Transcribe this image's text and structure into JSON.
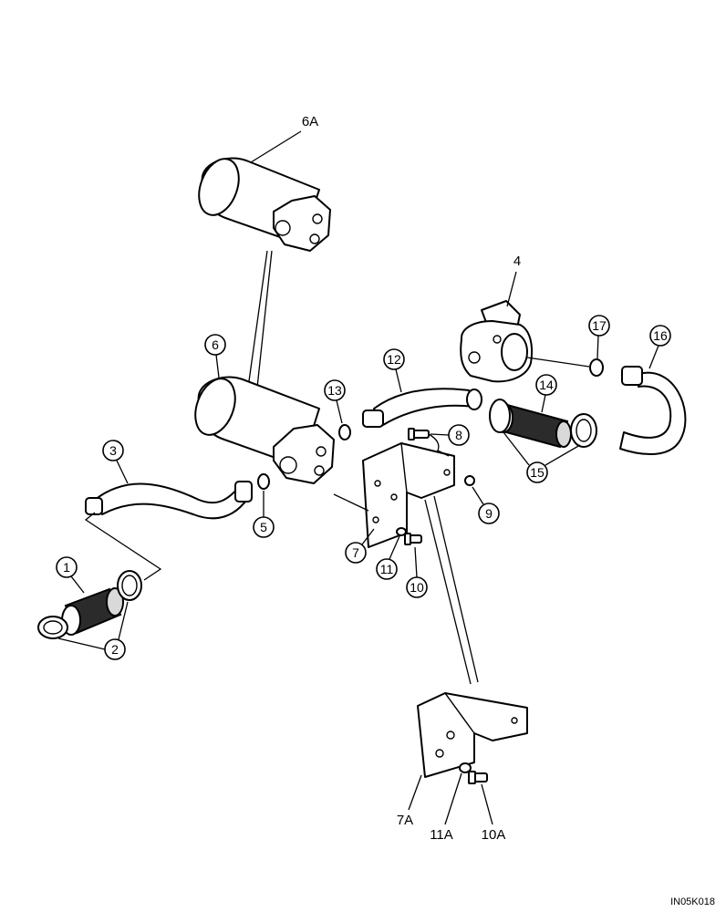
{
  "diagram": {
    "drawing_code": "IN05K018",
    "callouts": {
      "c1": "1",
      "c2": "2",
      "c3": "3",
      "c4": "4",
      "c5": "5",
      "c6": "6",
      "c6a": "6A",
      "c7": "7",
      "c7a": "7A",
      "c8": "8",
      "c9": "9",
      "c10": "10",
      "c10a": "10A",
      "c11": "11",
      "c11a": "11A",
      "c12": "12",
      "c13": "13",
      "c14": "14",
      "c15": "15",
      "c16": "16",
      "c17": "17"
    }
  }
}
